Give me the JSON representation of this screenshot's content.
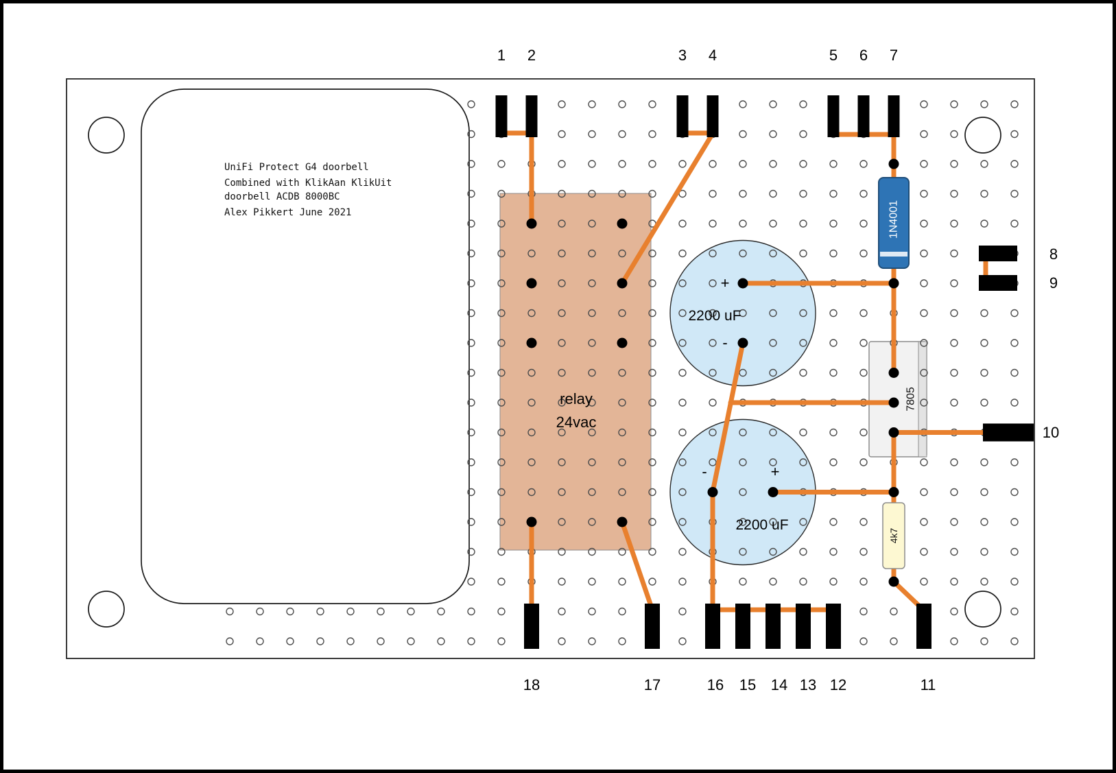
{
  "colors": {
    "trace": "#e8802e",
    "relay_fill": "#e3b597",
    "capacitor_fill": "#d0e8f7",
    "diode_fill": "#2e74b5",
    "regulator_fill": "#f2f2f2",
    "resistor_fill": "#fdf8d2",
    "pad": "#000000"
  },
  "title_block": {
    "line1": "UniFi Protect G4 doorbell",
    "line2": "Combined with KlikAan KlikUit",
    "line3": "doorbell ACDB 8000BC",
    "line4": "Alex Pikkert June 2021"
  },
  "relay": {
    "line1": "relay",
    "line2": "24vac"
  },
  "diode": {
    "label": "1N4001"
  },
  "regulator": {
    "label": "7805"
  },
  "resistor": {
    "label": "4k7"
  },
  "capacitors": {
    "top": {
      "value": "2200 uF",
      "plus": "+",
      "minus": "-"
    },
    "bottom": {
      "value": "2200 uF",
      "plus": "+",
      "minus": "-"
    }
  },
  "pin_labels": {
    "top": [
      "1",
      "2",
      "3",
      "4",
      "5",
      "6",
      "7"
    ],
    "right": [
      "8",
      "9",
      "10"
    ],
    "bottom": [
      "18",
      "17",
      "16",
      "15",
      "14",
      "13",
      "12",
      "11"
    ]
  }
}
